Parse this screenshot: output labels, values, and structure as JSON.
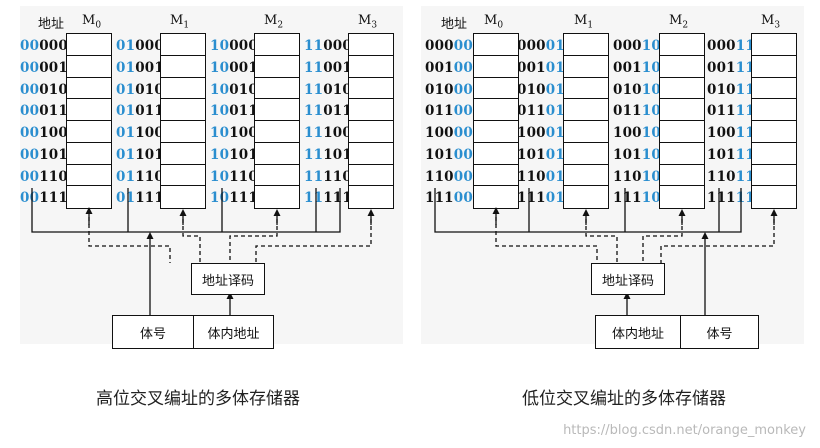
{
  "addr_label": "地址",
  "modules": [
    {
      "base": "M",
      "sub": "0"
    },
    {
      "base": "M",
      "sub": "1"
    },
    {
      "base": "M",
      "sub": "2"
    },
    {
      "base": "M",
      "sub": "3"
    }
  ],
  "high_order": {
    "columns": [
      {
        "addresses": [
          [
            "00",
            "000"
          ],
          [
            "00",
            "001"
          ],
          [
            "00",
            "010"
          ],
          [
            "00",
            "011"
          ],
          [
            "00",
            "100"
          ],
          [
            "00",
            "101"
          ],
          [
            "00",
            "110"
          ],
          [
            "00",
            "111"
          ]
        ]
      },
      {
        "addresses": [
          [
            "01",
            "000"
          ],
          [
            "01",
            "001"
          ],
          [
            "01",
            "010"
          ],
          [
            "01",
            "011"
          ],
          [
            "01",
            "100"
          ],
          [
            "01",
            "101"
          ],
          [
            "01",
            "110"
          ],
          [
            "01",
            "111"
          ]
        ]
      },
      {
        "addresses": [
          [
            "10",
            "000"
          ],
          [
            "10",
            "001"
          ],
          [
            "10",
            "010"
          ],
          [
            "10",
            "011"
          ],
          [
            "10",
            "100"
          ],
          [
            "10",
            "101"
          ],
          [
            "10",
            "110"
          ],
          [
            "10",
            "111"
          ]
        ]
      },
      {
        "addresses": [
          [
            "11",
            "000"
          ],
          [
            "11",
            "001"
          ],
          [
            "11",
            "010"
          ],
          [
            "11",
            "011"
          ],
          [
            "11",
            "100"
          ],
          [
            "11",
            "101"
          ],
          [
            "11",
            "110"
          ],
          [
            "11",
            "111"
          ]
        ]
      }
    ],
    "decoder_label": "地址译码",
    "field_left": "体号",
    "field_right": "体内地址",
    "caption": "高位交叉编址的多体存储器"
  },
  "low_order": {
    "columns": [
      {
        "addresses": [
          [
            "000",
            "00"
          ],
          [
            "001",
            "00"
          ],
          [
            "010",
            "00"
          ],
          [
            "011",
            "00"
          ],
          [
            "100",
            "00"
          ],
          [
            "101",
            "00"
          ],
          [
            "110",
            "00"
          ],
          [
            "111",
            "00"
          ]
        ]
      },
      {
        "addresses": [
          [
            "000",
            "01"
          ],
          [
            "001",
            "01"
          ],
          [
            "010",
            "01"
          ],
          [
            "011",
            "01"
          ],
          [
            "100",
            "01"
          ],
          [
            "101",
            "01"
          ],
          [
            "110",
            "01"
          ],
          [
            "111",
            "01"
          ]
        ]
      },
      {
        "addresses": [
          [
            "000",
            "10"
          ],
          [
            "001",
            "10"
          ],
          [
            "010",
            "10"
          ],
          [
            "011",
            "10"
          ],
          [
            "100",
            "10"
          ],
          [
            "101",
            "10"
          ],
          [
            "110",
            "10"
          ],
          [
            "111",
            "10"
          ]
        ]
      },
      {
        "addresses": [
          [
            "000",
            "11"
          ],
          [
            "001",
            "11"
          ],
          [
            "010",
            "11"
          ],
          [
            "011",
            "11"
          ],
          [
            "100",
            "11"
          ],
          [
            "101",
            "11"
          ],
          [
            "110",
            "11"
          ],
          [
            "111",
            "11"
          ]
        ]
      }
    ],
    "decoder_label": "地址译码",
    "field_left": "体内地址",
    "field_right": "体号",
    "caption": "低位交叉编址的多体存储器"
  },
  "watermark": "https://blog.csdn.net/orange_monkey",
  "colors": {
    "bank_bits": "#2a8ecf",
    "text": "#111111",
    "panel_bg": "#f6f6f6"
  }
}
